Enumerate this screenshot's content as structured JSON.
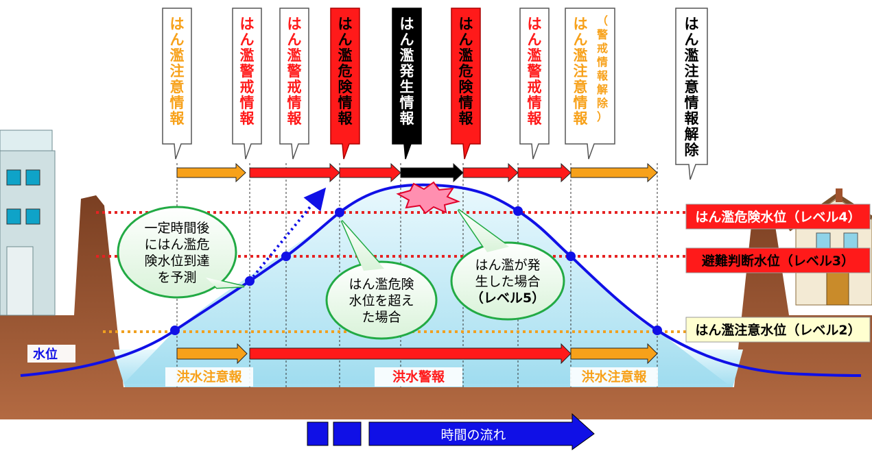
{
  "callouts": [
    {
      "text": "はん濫注意情報",
      "variant": "orange"
    },
    {
      "text": "はん濫警戒情報",
      "variant": "red"
    },
    {
      "text": "はん濫警戒情報",
      "variant": "red"
    },
    {
      "text": "はん濫危険情報",
      "variant": "red-fill"
    },
    {
      "text": "はん濫発生情報",
      "variant": "black-fill"
    },
    {
      "text": "はん濫危険情報",
      "variant": "red-fill"
    },
    {
      "text": "はん濫警戒情報",
      "variant": "red"
    },
    {
      "text": "はん濫注意情報",
      "sub": "（警戒情報解除）",
      "variant": "orange"
    },
    {
      "text": "はん濫注意情報解除",
      "variant": "black"
    }
  ],
  "levels": {
    "danger": "はん濫危険水位（レベル4）",
    "evacuation": "避難判断水位（レベル3）",
    "caution": "はん濫注意水位（レベル2）"
  },
  "water_level_label": "水位",
  "bubbles": {
    "predict": "一定時間後|にはん濫危|険水位到達|を予測",
    "exceed": "はん濫危険|水位を超え|た場合",
    "flood": "はん濫が発|生した場合|（レベル5）"
  },
  "warnings": {
    "caution_left": "洪水注意報",
    "warning": "洪水警報",
    "caution_right": "洪水注意報"
  },
  "time_flow": "時間の流れ",
  "colors": {
    "orange": "#f7a11a",
    "red": "#ff1a1a",
    "black": "#000000",
    "blue": "#1010e6",
    "green_border": "#22aa44",
    "ground": "#8b4a2b",
    "water": "#b9e6f5"
  }
}
